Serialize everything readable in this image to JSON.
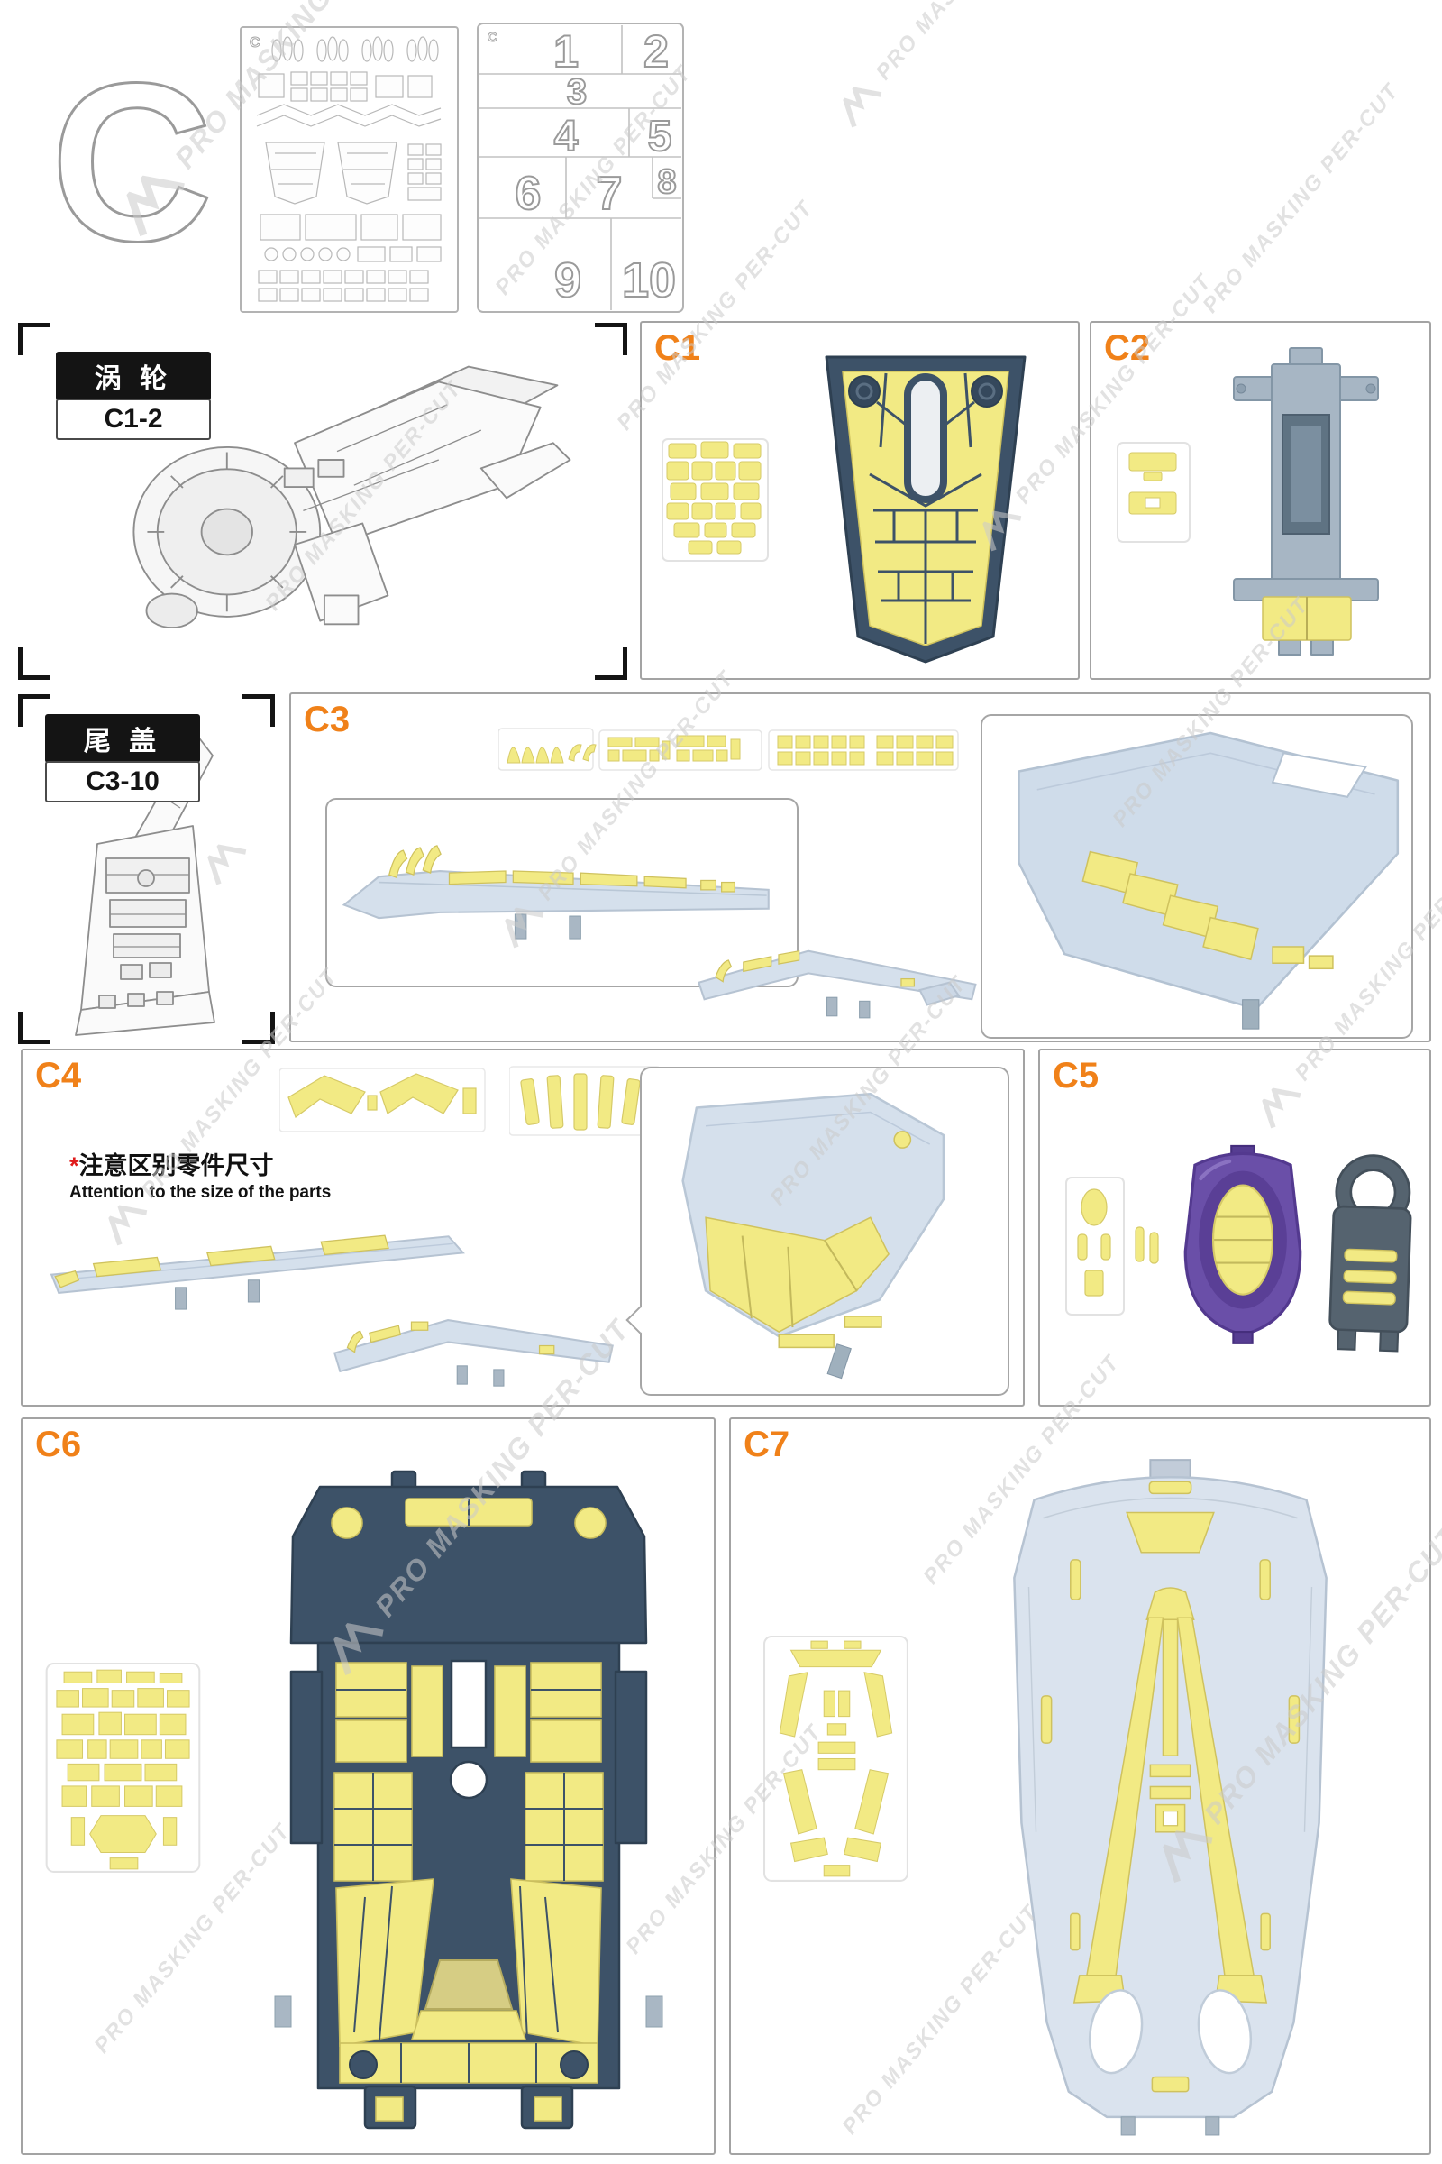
{
  "page": {
    "big_letter": "C",
    "watermark_text": "PRO MASKING PER-CUT"
  },
  "sheets": {
    "corner_letter": "C",
    "numbered_cells": [
      "1",
      "2",
      "3",
      "4",
      "5",
      "6",
      "7",
      "8",
      "9",
      "10"
    ]
  },
  "sections": {
    "turbine": {
      "name_cn": "涡 轮",
      "parts_range": "C1-2"
    },
    "tail_cover": {
      "name_cn": "尾 盖",
      "parts_range": "C3-10"
    }
  },
  "panels": {
    "c1": {
      "label": "C1"
    },
    "c2": {
      "label": "C2"
    },
    "c3": {
      "label": "C3"
    },
    "c4": {
      "label": "C4",
      "note_star": "*",
      "note_cn": "注意区别零件尺寸",
      "note_en": "Attention to the size of the parts"
    },
    "c5": {
      "label": "C5"
    },
    "c6": {
      "label": "C6"
    },
    "c7": {
      "label": "C7"
    }
  },
  "colors": {
    "mask_yellow": "#f2ea84",
    "mask_yellow_dark": "#d6cd84",
    "part_navy": "#3d5268",
    "part_light_blue": "#d5e0ec",
    "part_grey_blue": "#a7b6c4",
    "part_purple": "#6a4fa8",
    "part_dark_grey": "#55636f",
    "accent_orange": "#f08119",
    "note_red": "#e01b1b"
  }
}
